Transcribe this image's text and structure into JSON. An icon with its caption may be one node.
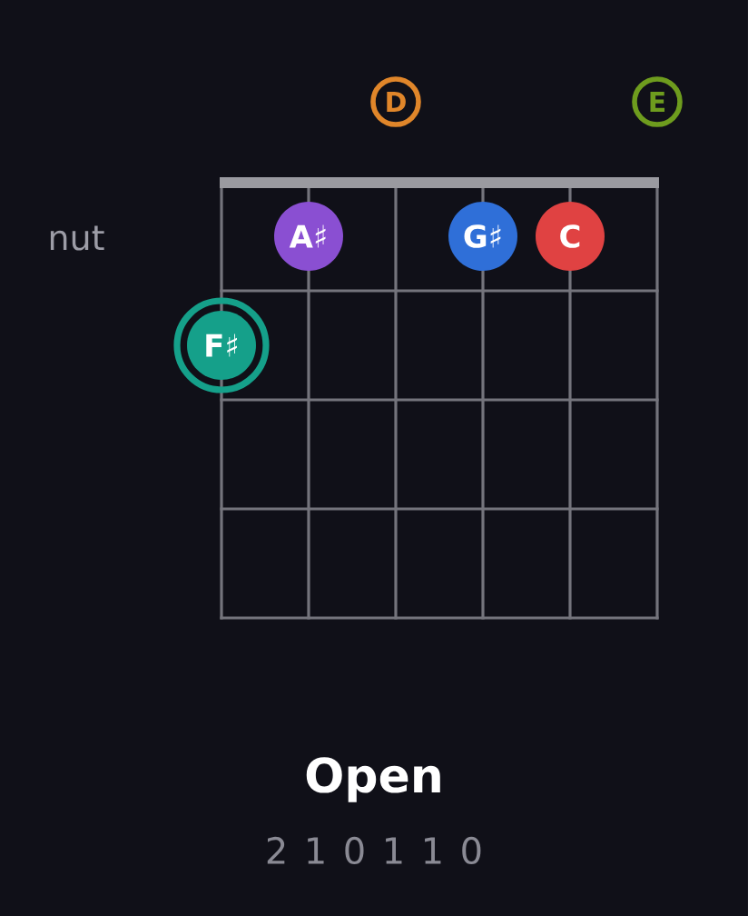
{
  "diagram": {
    "title": "Open",
    "nodes": [
      {
        "text": [
          "D"
        ]
      },
      {
        "text": [
          "E"
        ]
      },
      {
        "text": [
          "A♯"
        ]
      },
      {
        "text": [
          "G♯"
        ]
      },
      {
        "text": [
          "C"
        ]
      },
      {
        "text": [
          "F♯"
        ]
      }
    ],
    "labels": [
      "nut",
      "2 1 0 1 1 0"
    ]
  }
}
